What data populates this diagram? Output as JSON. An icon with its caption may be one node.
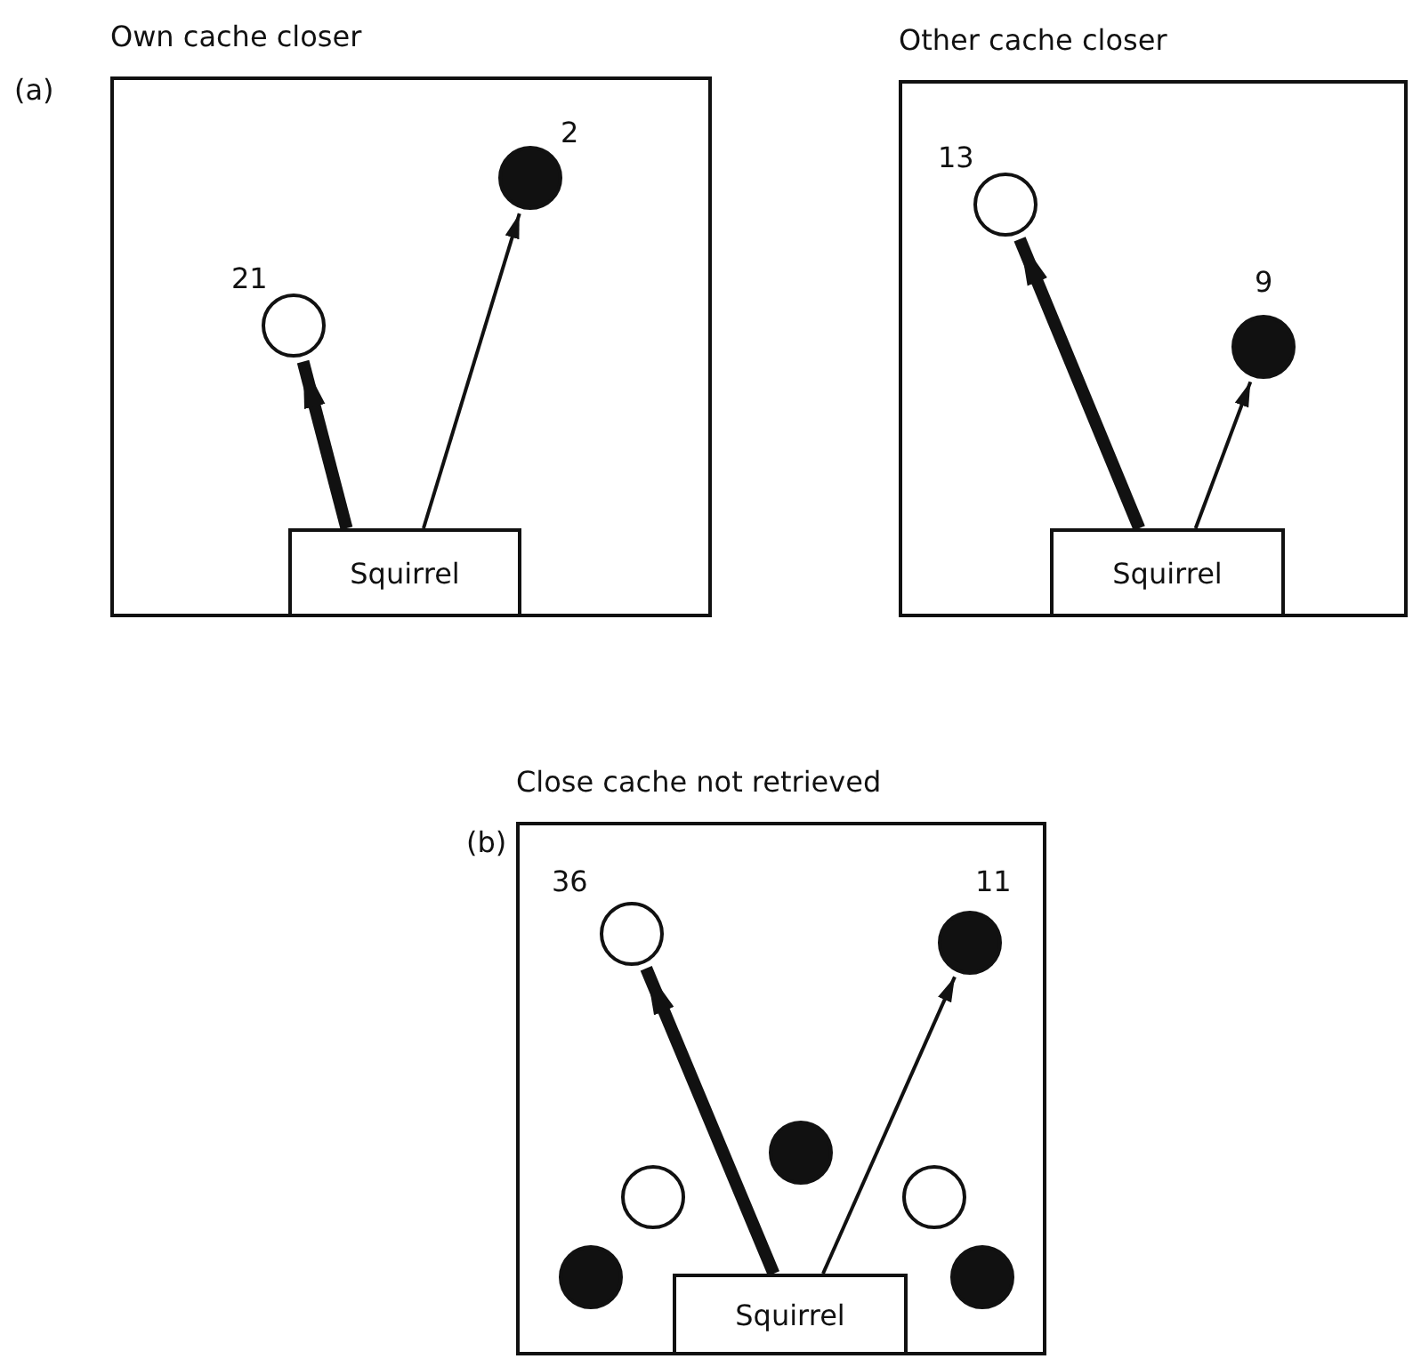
{
  "diagram": {
    "nodes": [
      {
        "text": [
          "Own cache closer"
        ],
        "beside": [
          "(a)"
        ]
      },
      {
        "text": [
          "Squirrel"
        ],
        "in": 0
      },
      {
        "text": [],
        "shape": "circle",
        "in": 0,
        "beside": [
          "21"
        ]
      },
      {
        "text": [],
        "shape": "circle",
        "in": 0,
        "beside": [
          "2"
        ]
      },
      {
        "text": [
          "Other cache closer"
        ]
      },
      {
        "text": [
          "Squirrel"
        ],
        "in": 4
      },
      {
        "text": [],
        "shape": "circle",
        "in": 4,
        "beside": [
          "13"
        ]
      },
      {
        "text": [],
        "shape": "circle",
        "in": 4,
        "beside": [
          "9"
        ]
      },
      {
        "text": [
          "Close cache not retrieved"
        ],
        "beside": [
          "(b)"
        ]
      },
      {
        "text": [
          "Squirrel"
        ],
        "in": 8
      },
      {
        "text": [],
        "shape": "circle",
        "in": 8,
        "beside": [
          "36"
        ]
      },
      {
        "text": [],
        "shape": "circle",
        "in": 8,
        "beside": [
          "11"
        ]
      },
      {
        "text": [],
        "shape": "circle",
        "in": 8
      },
      {
        "text": [],
        "shape": "circle",
        "in": 8
      },
      {
        "text": [],
        "shape": "circle",
        "in": 8
      },
      {
        "text": [],
        "shape": "circle",
        "in": 8
      },
      {
        "text": [],
        "shape": "circle",
        "in": 8
      }
    ],
    "edges": [
      {
        "from": 1,
        "to": 2,
        "arrow": "to",
        "style": "thick"
      },
      {
        "from": 1,
        "to": 3,
        "arrow": "to"
      },
      {
        "from": 5,
        "to": 6,
        "arrow": "to",
        "style": "thick"
      },
      {
        "from": 5,
        "to": 7,
        "arrow": "to"
      },
      {
        "from": 9,
        "to": 10,
        "arrow": "to",
        "style": "thick"
      },
      {
        "from": 9,
        "to": 11,
        "arrow": "to"
      }
    ]
  }
}
